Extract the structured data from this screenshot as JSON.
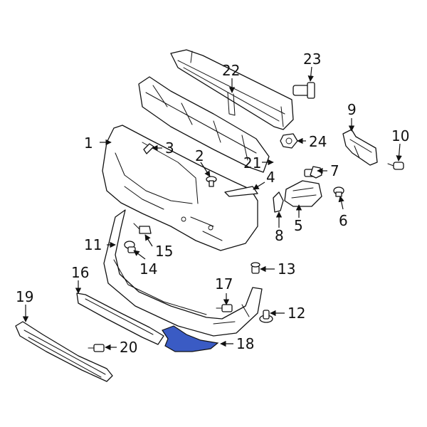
{
  "diagram": {
    "highlight_color": "#3a5bc4",
    "highlighted_part": "18",
    "callouts": {
      "c1": "1",
      "c2": "2",
      "c3": "3",
      "c4": "4",
      "c5": "5",
      "c6": "6",
      "c7": "7",
      "c8": "8",
      "c9": "9",
      "c10": "10",
      "c11": "11",
      "c12": "12",
      "c13": "13",
      "c14": "14",
      "c15": "15",
      "c16": "16",
      "c17": "17",
      "c18": "18",
      "c19": "19",
      "c20": "20",
      "c21": "21",
      "c22": "22",
      "c23": "23",
      "c24": "24"
    }
  }
}
